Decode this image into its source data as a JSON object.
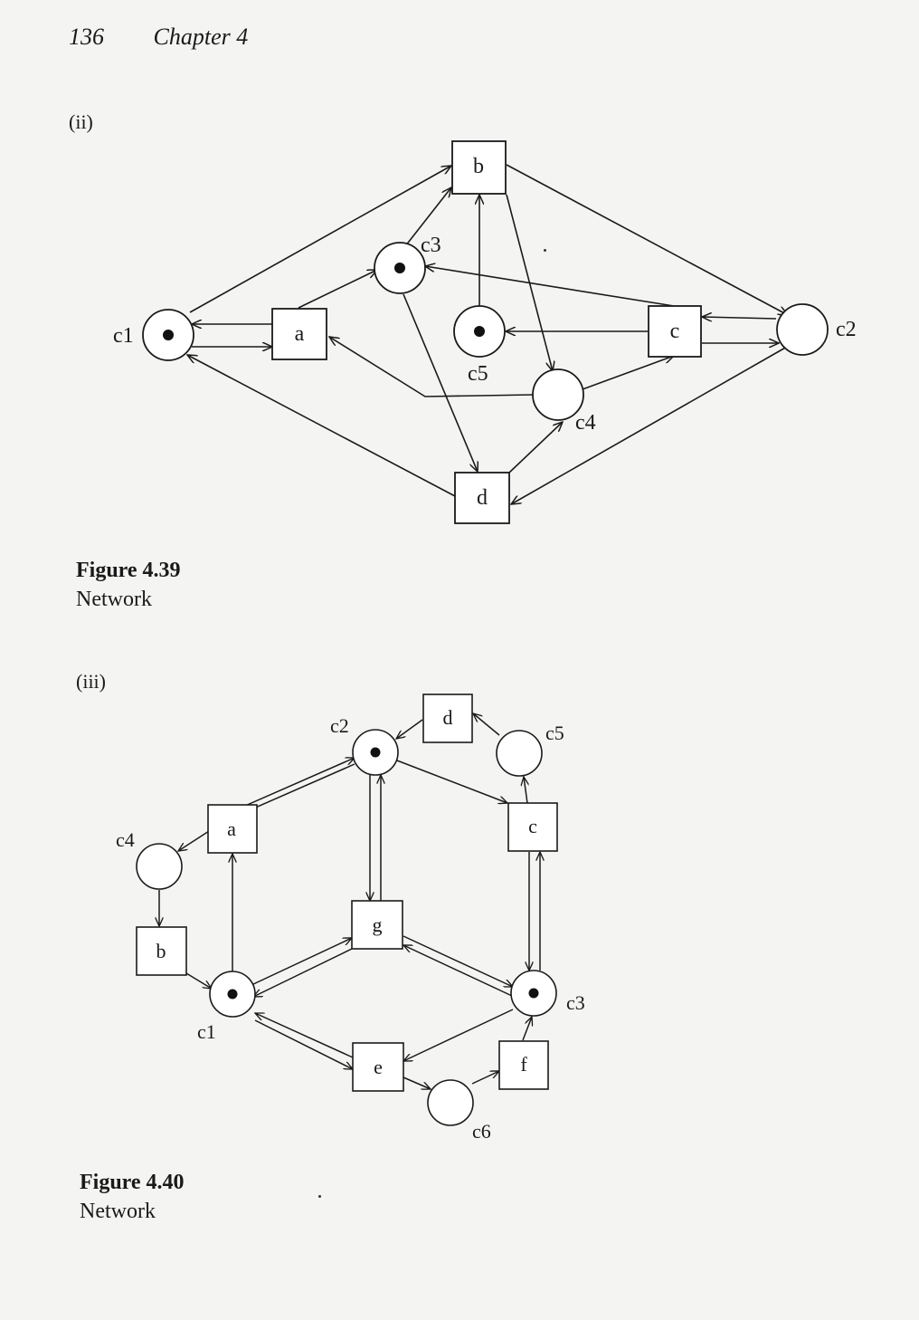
{
  "header": {
    "page_number": "136",
    "chapter": "Chapter 4"
  },
  "figure_4_39": {
    "part_label": "(ii)",
    "caption_number": "Figure 4.39",
    "caption_text": "Network",
    "labels": {
      "a": "a",
      "b": "b",
      "c": "c",
      "d": "d",
      "c1": "c1",
      "c2": "c2",
      "c3": "c3",
      "c4": "c4",
      "c5": "c5"
    }
  },
  "figure_4_40": {
    "part_label": "(iii)",
    "caption_number": "Figure 4.40",
    "caption_text": "Network",
    "labels": {
      "a": "a",
      "b": "b",
      "c": "c",
      "d": "d",
      "e": "e",
      "f": "f",
      "g": "g",
      "c1": "c1",
      "c2": "c2",
      "c3": "c3",
      "c4": "c4",
      "c5": "c5",
      "c6": "c6"
    }
  }
}
